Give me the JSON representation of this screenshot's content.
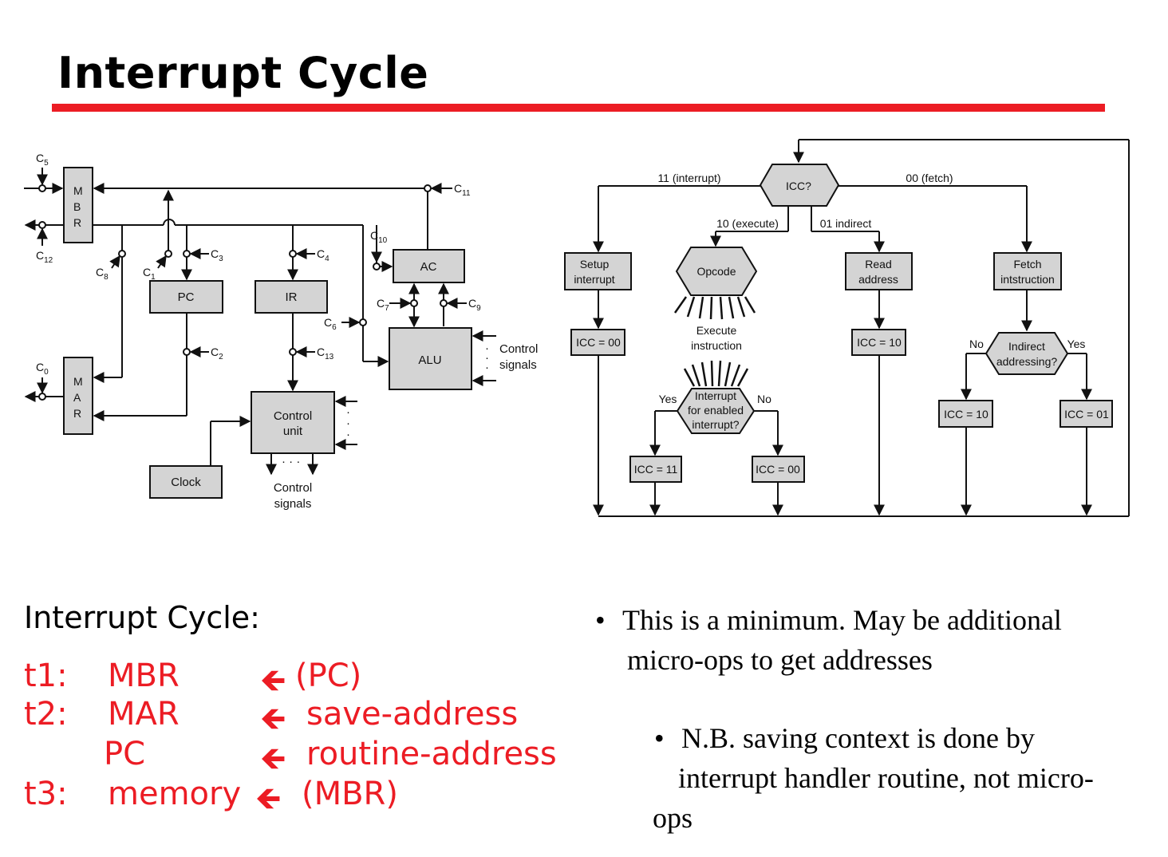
{
  "slide": {
    "title": "Interrupt Cycle",
    "accent_color": "#ec1c24"
  },
  "datapath": {
    "registers": {
      "mbr": "M B R",
      "mar": "M A R",
      "pc": "PC",
      "ir": "IR",
      "ac": "AC",
      "alu": "ALU",
      "control_unit_line1": "Control",
      "control_unit_line2": "unit",
      "clock": "Clock"
    },
    "signals": {
      "c5": "C",
      "c12": "C",
      "c8": "C",
      "c1": "C",
      "c3": "C",
      "c4": "C",
      "c10": "C",
      "c11": "C",
      "c7": "C",
      "c9": "C",
      "c6": "C",
      "c2": "C",
      "c13": "C",
      "c0": "C"
    },
    "signal_subscripts": {
      "c5": "5",
      "c12": "12",
      "c8": "8",
      "c1": "1",
      "c3": "3",
      "c4": "4",
      "c10": "10",
      "c11": "11",
      "c7": "7",
      "c9": "9",
      "c6": "6",
      "c2": "2",
      "c13": "13",
      "c0": "0"
    },
    "control_signals_right_line1": "Control",
    "control_signals_right_line2": "signals",
    "control_signals_bottom_line1": "Control",
    "control_signals_bottom_line2": "signals"
  },
  "flowchart": {
    "icc_decision": "ICC?",
    "branch_interrupt": "11 (interrupt)",
    "branch_fetch": "00 (fetch)",
    "branch_execute": "10 (execute)",
    "branch_indirect": "01  indirect",
    "setup_line1": "Setup",
    "setup_line2": "interrupt",
    "opcode": "Opcode",
    "execute_line1": "Execute",
    "execute_line2": "instruction",
    "read_line1": "Read",
    "read_line2": "address",
    "fetch_line1": "Fetch",
    "fetch_line2": "intstruction",
    "icc00_a": "ICC = 00",
    "icc10_a": "ICC = 10",
    "indirect_line1": "Indirect",
    "indirect_line2": "addressing?",
    "no_a": "No",
    "yes_a": "Yes",
    "icc10_b": "ICC = 10",
    "icc01": "ICC = 01",
    "interrupt_q_line1": "Interrupt",
    "interrupt_q_line2": "for enabled",
    "interrupt_q_line3": "interrupt?",
    "yes_b": "Yes",
    "no_b": "No",
    "icc11": "ICC = 11",
    "icc00_b": "ICC = 00"
  },
  "micro_ops": {
    "heading": "Interrupt Cycle:",
    "t1_label": "t1:",
    "t1_dest": "MBR",
    "t1_arrow": "🡸",
    "t1_src": "(PC)",
    "t2_label": "t2:",
    "t2_dest": "MAR",
    "t2_arrow": "🡸",
    "t2_src": "save-address",
    "t2b_dest": "PC",
    "t2b_arrow": "🡸",
    "t2b_src": "routine-address",
    "t3_label": "t3:",
    "t3_dest": "memory",
    "t3_arrow": "🡸",
    "t3_src": "(MBR)"
  },
  "notes": {
    "bullet_glyph": "•",
    "note1_line1": "This is a minimum.  May be additional",
    "note1_line2": "micro-ops to get addresses",
    "note2_line1": "N.B. saving context is done by",
    "note2_line2": "interrupt handler routine, not micro-",
    "note2_line3": "ops"
  }
}
